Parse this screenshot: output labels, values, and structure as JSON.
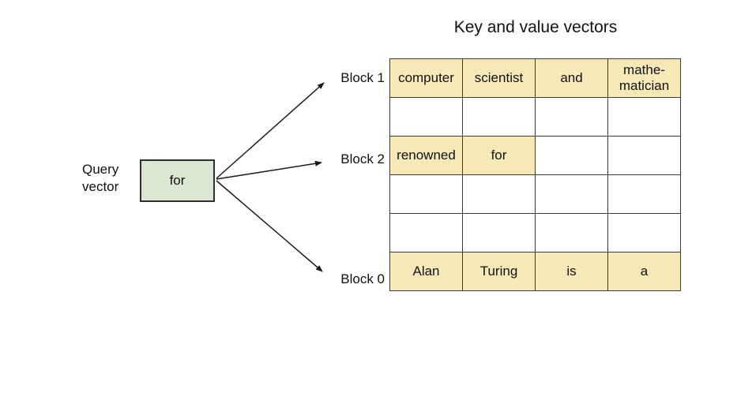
{
  "title": "Key and value vectors",
  "query_vector": {
    "label": "Query\nvector",
    "value": "for"
  },
  "block_labels": {
    "block1": "Block 1",
    "block2": "Block 2",
    "block0": "Block 0"
  },
  "table": {
    "columns": 4,
    "rows": [
      {
        "cells": [
          {
            "text": "computer",
            "highlight": true
          },
          {
            "text": "scientist",
            "highlight": true
          },
          {
            "text": "and",
            "highlight": true
          },
          {
            "text": "mathe-\nmatician",
            "highlight": true
          }
        ]
      },
      {
        "cells": [
          {
            "text": "",
            "highlight": false
          },
          {
            "text": "",
            "highlight": false
          },
          {
            "text": "",
            "highlight": false
          },
          {
            "text": "",
            "highlight": false
          }
        ]
      },
      {
        "cells": [
          {
            "text": "renowned",
            "highlight": true
          },
          {
            "text": "for",
            "highlight": true
          },
          {
            "text": "",
            "highlight": false
          },
          {
            "text": "",
            "highlight": false
          }
        ]
      },
      {
        "cells": [
          {
            "text": "",
            "highlight": false
          },
          {
            "text": "",
            "highlight": false
          },
          {
            "text": "",
            "highlight": false
          },
          {
            "text": "",
            "highlight": false
          }
        ]
      },
      {
        "cells": [
          {
            "text": "",
            "highlight": false
          },
          {
            "text": "",
            "highlight": false
          },
          {
            "text": "",
            "highlight": false
          },
          {
            "text": "",
            "highlight": false
          }
        ]
      },
      {
        "cells": [
          {
            "text": "Alan",
            "highlight": true
          },
          {
            "text": "Turing",
            "highlight": true
          },
          {
            "text": "is",
            "highlight": true
          },
          {
            "text": "a",
            "highlight": true
          }
        ]
      }
    ]
  },
  "colors": {
    "highlight": "#F8E9B9",
    "query_box": "#DBE7D3",
    "border": "#3B3B3B",
    "arrow": "#1A1A1A",
    "text": "#111111"
  }
}
